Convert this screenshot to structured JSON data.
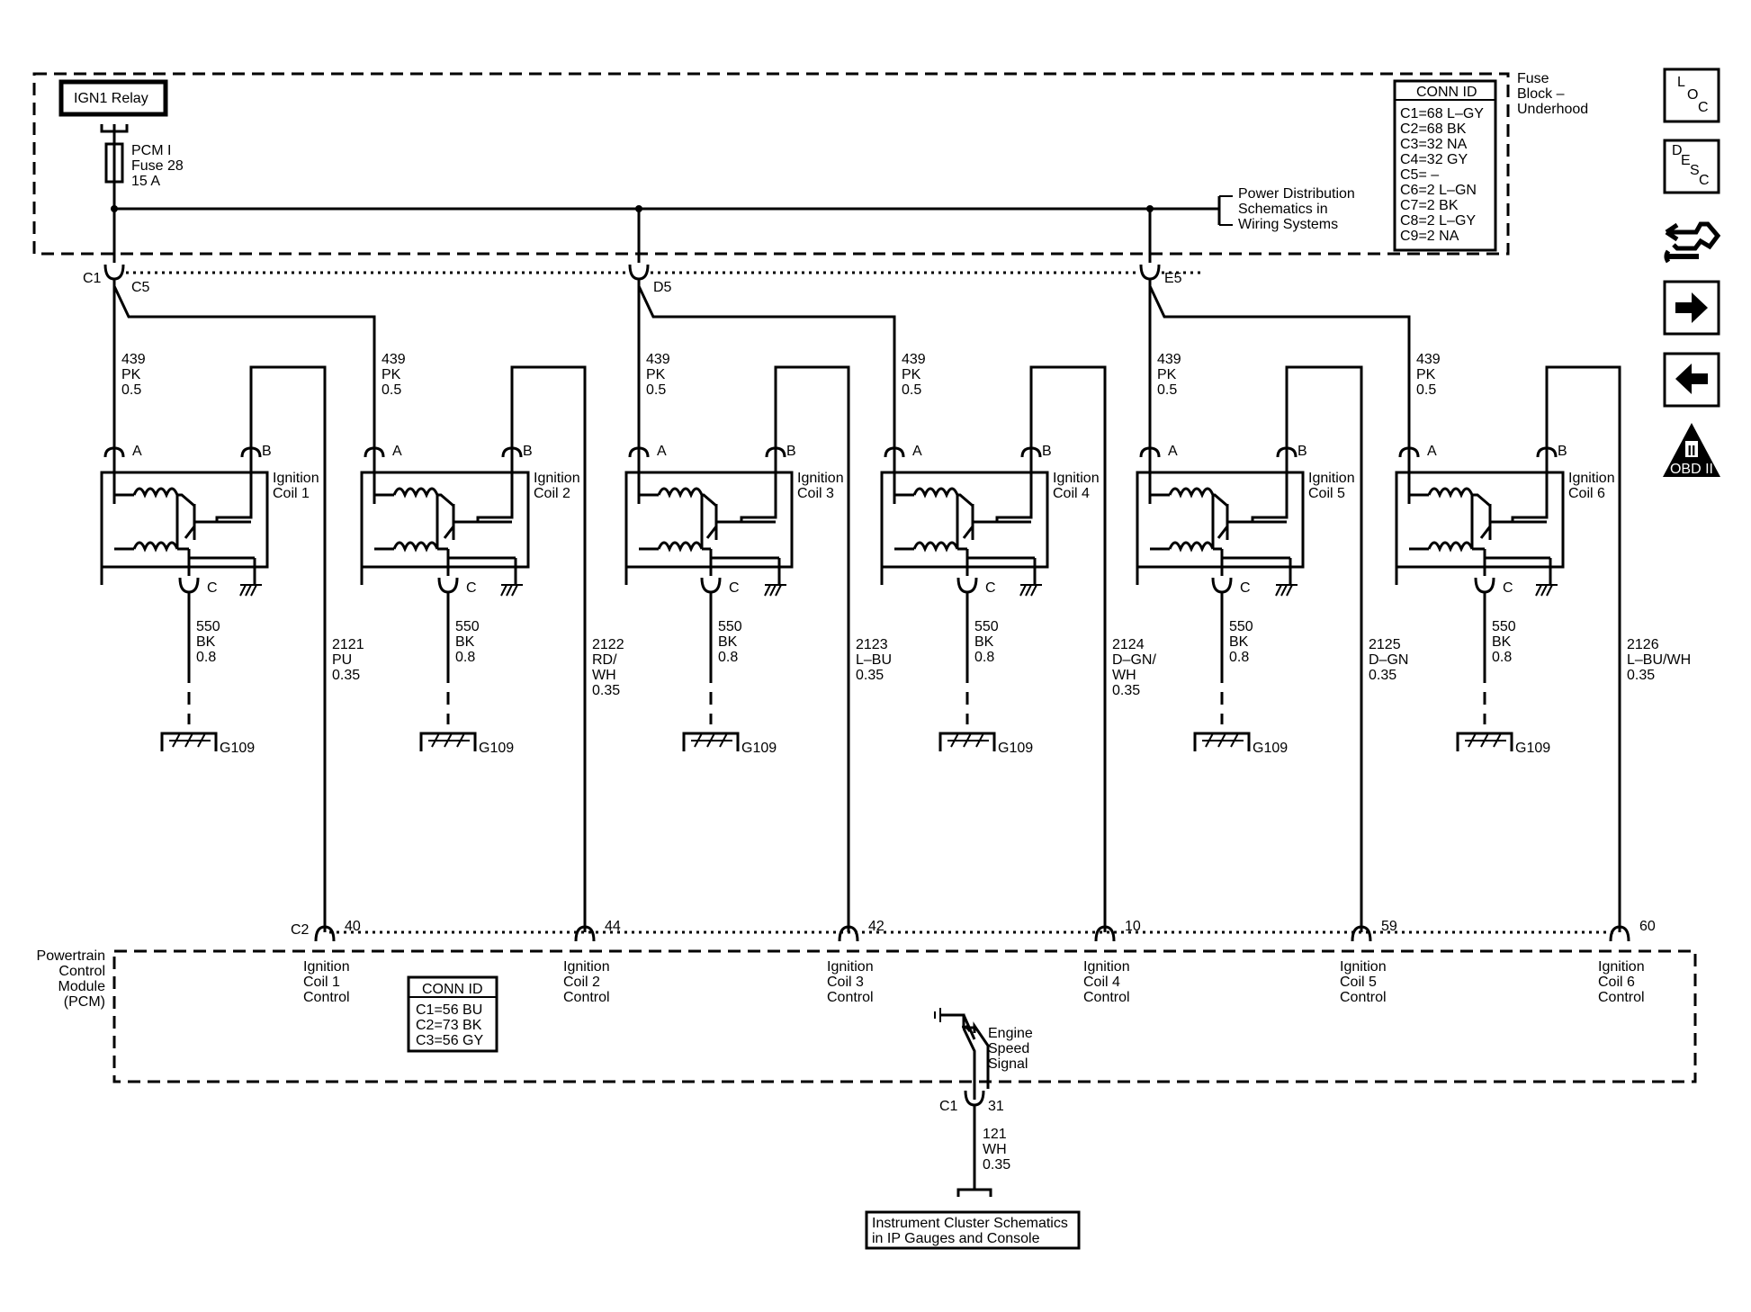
{
  "fuse_block": {
    "label_lines": [
      "Fuse",
      "Block –",
      "Underhood"
    ],
    "relay_label": "IGN1 Relay",
    "fuse_lines": [
      "PCM I",
      "Fuse 28",
      "15 A"
    ],
    "conn_id_title": "CONN ID",
    "conn_ids": [
      "C1=68 L–GY",
      "C2=68 BK",
      "C3=32 NA",
      "C4=32 GY",
      "C5= –",
      "C6=2 L–GN",
      "C7=2 BK",
      "C8=2 L–GY",
      "C9=2 NA"
    ],
    "power_dist_lines": [
      "Power Distribution",
      "Schematics in",
      "Wiring Systems"
    ]
  },
  "splices": [
    {
      "connector": "C1",
      "cavity": "C5"
    },
    {
      "connector": "",
      "cavity": "D5"
    },
    {
      "connector": "",
      "cavity": "E5"
    }
  ],
  "coils": [
    {
      "label_lines": [
        "Ignition",
        "Coil 1"
      ],
      "pin_a": "A",
      "pin_b": "B",
      "pin_c": "C",
      "feed_wire": [
        "439",
        "PK",
        "0.5"
      ],
      "ground_wire": [
        "550",
        "BK",
        "0.8"
      ],
      "ground": "G109",
      "control_wire": [
        "2121",
        "PU",
        "0.35"
      ],
      "pcm_pin": "40",
      "pcm_label": [
        "Ignition",
        "Coil 1",
        "Control"
      ]
    },
    {
      "label_lines": [
        "Ignition",
        "Coil 2"
      ],
      "pin_a": "A",
      "pin_b": "B",
      "pin_c": "C",
      "feed_wire": [
        "439",
        "PK",
        "0.5"
      ],
      "ground_wire": [
        "550",
        "BK",
        "0.8"
      ],
      "ground": "G109",
      "control_wire": [
        "2122",
        "RD/",
        "WH",
        "0.35"
      ],
      "pcm_pin": "44",
      "pcm_label": [
        "Ignition",
        "Coil 2",
        "Control"
      ]
    },
    {
      "label_lines": [
        "Ignition",
        "Coil 3"
      ],
      "pin_a": "A",
      "pin_b": "B",
      "pin_c": "C",
      "feed_wire": [
        "439",
        "PK",
        "0.5"
      ],
      "ground_wire": [
        "550",
        "BK",
        "0.8"
      ],
      "ground": "G109",
      "control_wire": [
        "2123",
        "L–BU",
        "0.35"
      ],
      "pcm_pin": "42",
      "pcm_label": [
        "Ignition",
        "Coil 3",
        "Control"
      ]
    },
    {
      "label_lines": [
        "Ignition",
        "Coil 4"
      ],
      "pin_a": "A",
      "pin_b": "B",
      "pin_c": "C",
      "feed_wire": [
        "439",
        "PK",
        "0.5"
      ],
      "ground_wire": [
        "550",
        "BK",
        "0.8"
      ],
      "ground": "G109",
      "control_wire": [
        "2124",
        "D–GN/",
        "WH",
        "0.35"
      ],
      "pcm_pin": "10",
      "pcm_label": [
        "Ignition",
        "Coil 4",
        "Control"
      ]
    },
    {
      "label_lines": [
        "Ignition",
        "Coil 5"
      ],
      "pin_a": "A",
      "pin_b": "B",
      "pin_c": "C",
      "feed_wire": [
        "439",
        "PK",
        "0.5"
      ],
      "ground_wire": [
        "550",
        "BK",
        "0.8"
      ],
      "ground": "G109",
      "control_wire": [
        "2125",
        "D–GN",
        "0.35"
      ],
      "pcm_pin": "59",
      "pcm_label": [
        "Ignition",
        "Coil 5",
        "Control"
      ]
    },
    {
      "label_lines": [
        "Ignition",
        "Coil 6"
      ],
      "pin_a": "A",
      "pin_b": "B",
      "pin_c": "C",
      "feed_wire": [
        "439",
        "PK",
        "0.5"
      ],
      "ground_wire": [
        "550",
        "BK",
        "0.8"
      ],
      "ground": "G109",
      "control_wire": [
        "2126",
        "L–BU/WH",
        "0.35"
      ],
      "pcm_pin": "60",
      "pcm_label": [
        "Ignition",
        "Coil 6",
        "Control"
      ]
    }
  ],
  "pcm": {
    "label_lines": [
      "Powertrain",
      "Control",
      "Module",
      "(PCM)"
    ],
    "connector": "C2",
    "conn_id_title": "CONN ID",
    "conn_ids": [
      "C1=56 BU",
      "C2=73 BK",
      "C3=56 GY"
    ],
    "signal_label": [
      "Engine",
      "Speed",
      "Signal"
    ],
    "out_connector": "C1",
    "out_pin": "31",
    "out_wire": [
      "121",
      "WH",
      "0.35"
    ]
  },
  "instrument_ref": [
    "Instrument Cluster Schematics",
    "in IP Gauges and Console"
  ],
  "nav_buttons": [
    {
      "name": "loc-button",
      "letters": [
        "L",
        "O",
        "C"
      ]
    },
    {
      "name": "desc-button",
      "letters": [
        "D",
        "E",
        "S",
        "C"
      ]
    },
    {
      "name": "connector-view-button",
      "icon": "connector-wrench-icon"
    },
    {
      "name": "next-page-button",
      "icon": "arrow-right-icon"
    },
    {
      "name": "previous-page-button",
      "icon": "arrow-left-icon"
    },
    {
      "name": "obd-ii-button",
      "roman": "II",
      "caption": "OBD II"
    }
  ]
}
